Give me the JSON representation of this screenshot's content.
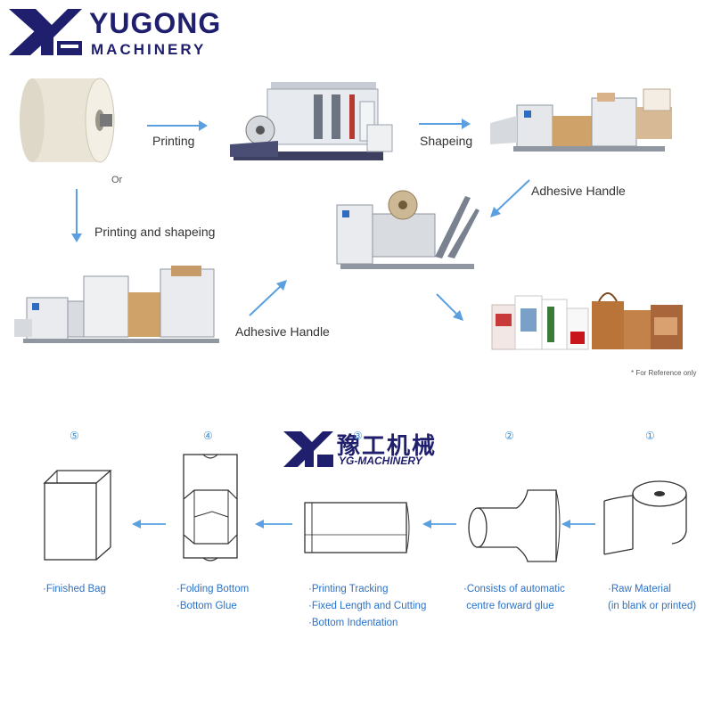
{
  "brand": {
    "name": "YUGONG",
    "tagline": "MACHINERY",
    "center_logo_cn": "豫工机械",
    "center_logo_en": "YG-MACHINERY",
    "primary_color": "#1f1f6e",
    "accent_color": "#3a8fd8"
  },
  "flow": {
    "printing": "Printing",
    "shapeing": "Shapeing",
    "or": "Or",
    "printing_and_shapeing": "Printing and shapeing",
    "adhesive_handle_right": "Adhesive Handle",
    "adhesive_handle_left": "Adhesive Handle",
    "reference_note": "* For Reference only"
  },
  "steps": [
    {
      "num": "⑤",
      "captions": [
        "·Finished Bag"
      ]
    },
    {
      "num": "④",
      "captions": [
        "·Folding Bottom",
        "·Bottom Glue"
      ]
    },
    {
      "num": "③",
      "captions": [
        "·Printing Tracking",
        "·Fixed Length and Cutting",
        "·Bottom Indentation"
      ]
    },
    {
      "num": "②",
      "captions": [
        "·Consists of automatic",
        " centre forward glue"
      ]
    },
    {
      "num": "①",
      "captions": [
        "·Raw Material",
        "(in blank or printed)"
      ]
    }
  ]
}
